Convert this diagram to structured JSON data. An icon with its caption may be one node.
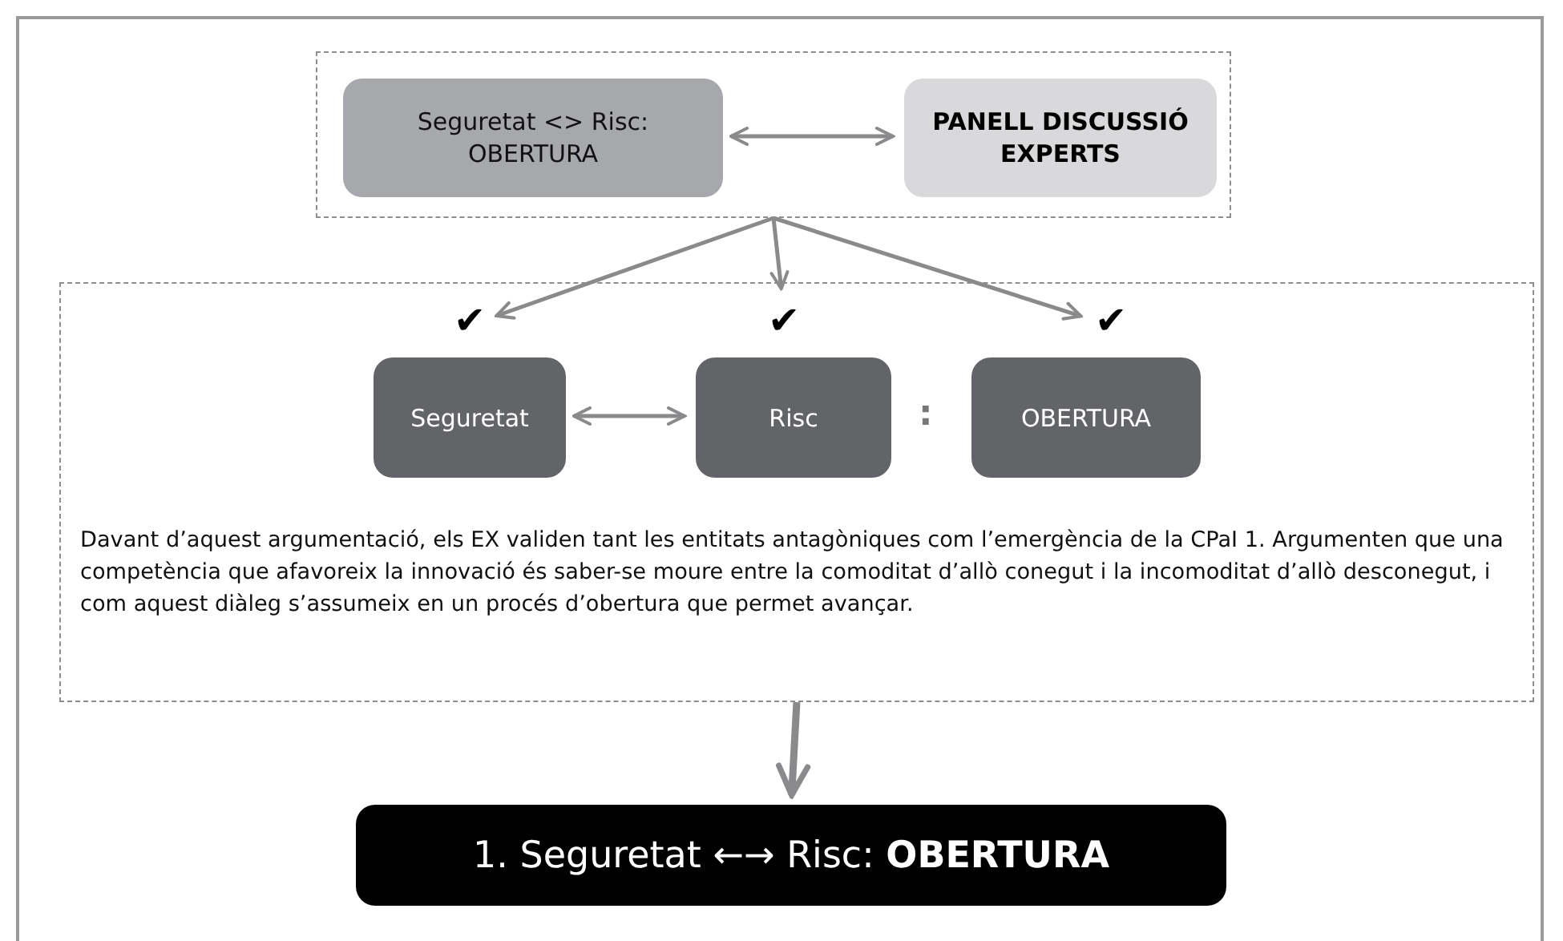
{
  "diagram": {
    "nodes": [
      {
        "text": [],
        "shape": "box"
      },
      {
        "text": [
          "Seguretat <> Risc: OBERTURA"
        ],
        "in": 0
      },
      {
        "text": [
          "PANELL DISCUSSIÓ EXPERTS"
        ],
        "in": 0
      },
      {
        "text": [
          "Davant d’aquest argumentació, els EX validen tant les entitats antagòniques com l’emergència de la CPaI 1. Argumenten que una competència que afavoreix la innovació és saber-se moure entre la comoditat d’allò conegut i la incomoditat d’allò desconegut, i com aquest diàleg s’assumeix en un procés d’obertura que permet avançar."
        ]
      },
      {
        "text": [
          "✔"
        ],
        "in": 3
      },
      {
        "text": [
          "✔"
        ],
        "in": 3
      },
      {
        "text": [
          "✔"
        ],
        "in": 3
      },
      {
        "text": [
          "Seguretat"
        ],
        "in": 3
      },
      {
        "text": [
          "Risc"
        ],
        "in": 3
      },
      {
        "text": [
          "OBERTURA"
        ],
        "in": 3
      },
      {
        "text": [
          "1. Seguretat ←→ Risc: **OBERTURA**"
        ]
      }
    ],
    "edges": [
      {
        "from": 1,
        "to": 2,
        "arrow": "both"
      },
      {
        "from": 0,
        "to": 4,
        "arrow": "to"
      },
      {
        "from": 0,
        "to": 5,
        "arrow": "to"
      },
      {
        "from": 0,
        "to": 6,
        "arrow": "to"
      },
      {
        "from": 7,
        "to": 8,
        "arrow": "both"
      },
      {
        "from": 3,
        "to": 10,
        "arrow": "to",
        "style": "thick"
      }
    ],
    "labels": [
      ":"
    ]
  }
}
